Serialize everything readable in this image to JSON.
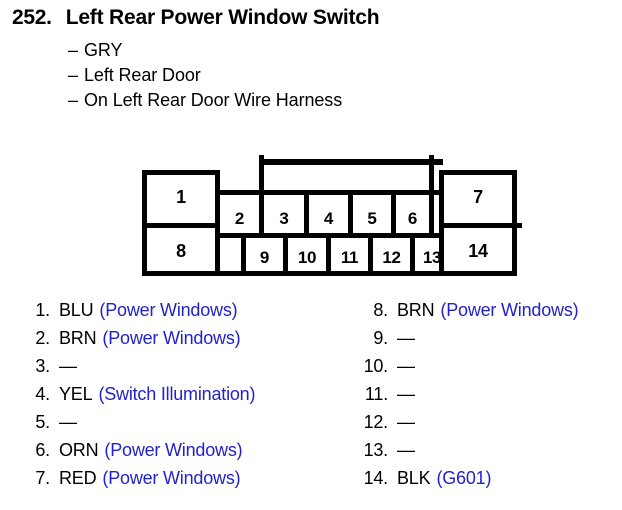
{
  "header": {
    "number": "252.",
    "title": "Left Rear Power Window Switch",
    "details": [
      "GRY",
      "Left Rear Door",
      "On Left Rear Door Wire Harness"
    ],
    "dash": "–"
  },
  "connector": {
    "type": "14-pin wire harness connector",
    "top_row_left": "1",
    "top_row_right": "7",
    "bottom_row_left": "8",
    "bottom_row_right": "14",
    "middle_row": [
      "2",
      "3",
      "4",
      "5",
      "6"
    ],
    "lower_row": [
      "9",
      "10",
      "11",
      "12",
      "13"
    ]
  },
  "colors": {
    "outline": "#000000",
    "description_text": "#2222cc",
    "background": "#ffffff"
  },
  "pins": {
    "left_column": [
      {
        "index": "1.",
        "wire": "BLU",
        "desc": "(Power Windows)"
      },
      {
        "index": "2.",
        "wire": "BRN",
        "desc": "(Power Windows)"
      },
      {
        "index": "3.",
        "wire": "—",
        "desc": ""
      },
      {
        "index": "4.",
        "wire": "YEL",
        "desc": "(Switch Illumination)"
      },
      {
        "index": "5.",
        "wire": "—",
        "desc": ""
      },
      {
        "index": "6.",
        "wire": "ORN",
        "desc": "(Power Windows)"
      },
      {
        "index": "7.",
        "wire": "RED",
        "desc": "(Power Windows)"
      }
    ],
    "right_column": [
      {
        "index": "8.",
        "wire": "BRN",
        "desc": "(Power Windows)"
      },
      {
        "index": "9.",
        "wire": "—",
        "desc": ""
      },
      {
        "index": "10.",
        "wire": "—",
        "desc": ""
      },
      {
        "index": "11.",
        "wire": "—",
        "desc": ""
      },
      {
        "index": "12.",
        "wire": "—",
        "desc": ""
      },
      {
        "index": "13.",
        "wire": "—",
        "desc": ""
      },
      {
        "index": "14.",
        "wire": "BLK",
        "desc": "(G601)"
      }
    ]
  }
}
